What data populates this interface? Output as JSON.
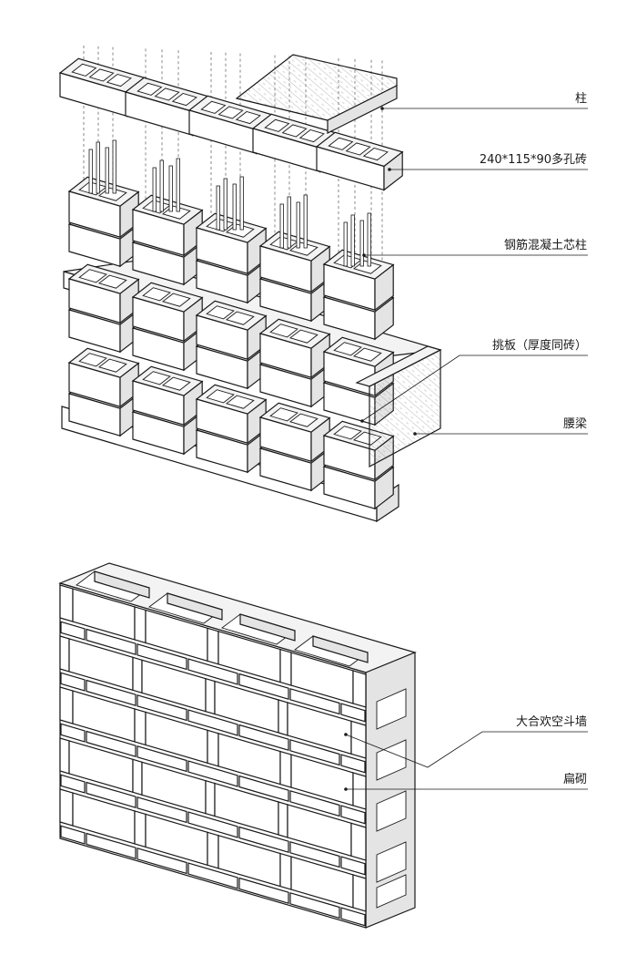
{
  "labels": {
    "column": "柱",
    "perforated_brick": "240*115*90多孔砖",
    "rc_core_column": "钢筋混凝土芯柱",
    "cantilever_slab": "挑板（厚度同砖）",
    "waist_beam": "腰梁",
    "dahe_wall": "大合欢空斗墙",
    "flat_course": "扁砌"
  },
  "icons": {
    "top_diagram": "exploded-brick-wall-axonometric",
    "bottom_diagram": "hollow-brick-wall-axonometric"
  },
  "colors": {
    "line": "#1a1a1a",
    "top_face": "#f3f3f3",
    "side_face": "#e4e4e4"
  }
}
